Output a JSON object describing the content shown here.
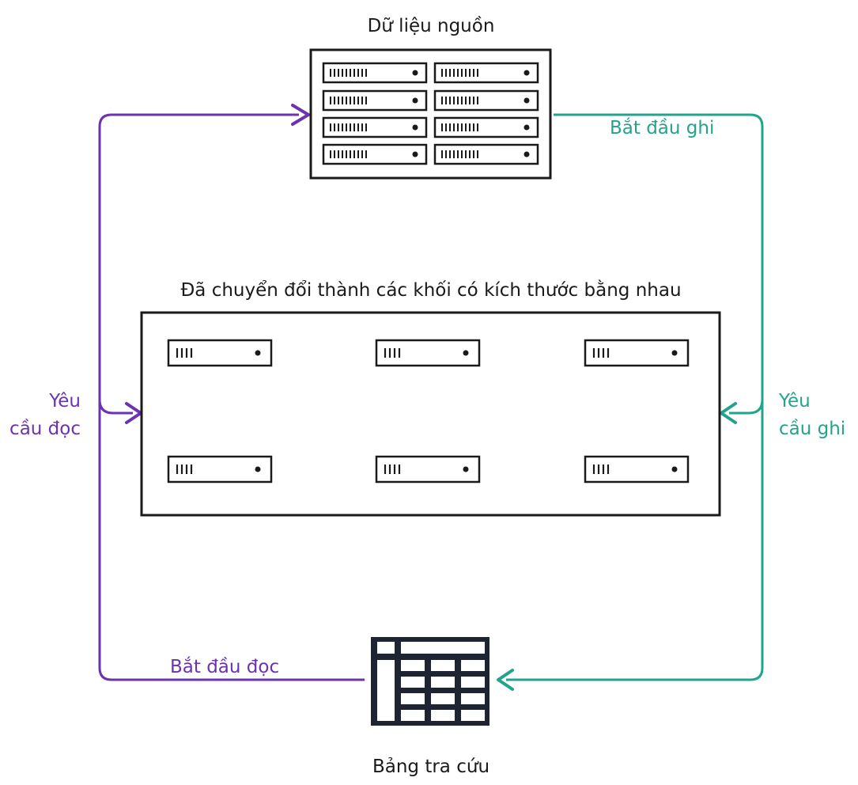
{
  "source": {
    "title": "Dữ liệu nguồn",
    "icon": "server-rack-icon"
  },
  "blocks": {
    "title": "Đã chuyển đổi thành các khối có kích thước bằng nhau",
    "icon": "server-block-icon"
  },
  "lookup": {
    "title": "Bảng tra cứu",
    "icon": "table-icon"
  },
  "flows": {
    "start_write": "Bắt đầu ghi",
    "read_request_line1": "Yêu",
    "read_request_line2": "cầu đọc",
    "write_request_line1": "Yêu",
    "write_request_line2": "cầu ghi",
    "start_read": "Bắt đầu đọc"
  },
  "colors": {
    "read": "#6b33b0",
    "write": "#24a38c",
    "ink": "#1a1a1a",
    "table": "#1f2433"
  }
}
